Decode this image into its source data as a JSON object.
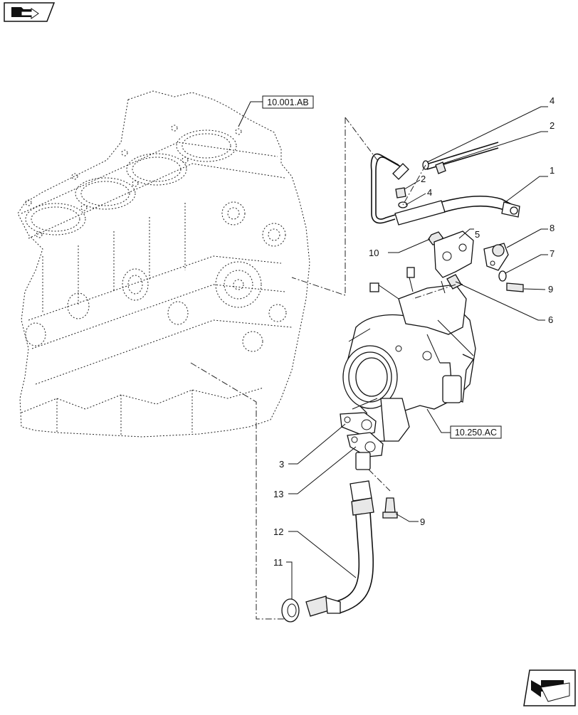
{
  "nav_icons": {
    "top_left": "folder-arrow-icon",
    "bottom_right": "next-page-arrow-icon"
  },
  "references": {
    "engine_block": "10.001.AB",
    "turbocharger": "10.250.AC"
  },
  "callouts": {
    "pipe_1": "1",
    "fitting_2_top": "2",
    "fitting_2_mid": "2",
    "washer_4_top": "4",
    "washer_4_mid": "4",
    "bracket_5": "5",
    "screw_6": "6",
    "washer_7": "7",
    "connector_8": "8",
    "screw_9_top": "9",
    "nut_10": "10",
    "gasket_3": "3",
    "flange_13": "13",
    "pipe_12": "12",
    "seal_11": "11",
    "screw_9_bottom": "9"
  }
}
